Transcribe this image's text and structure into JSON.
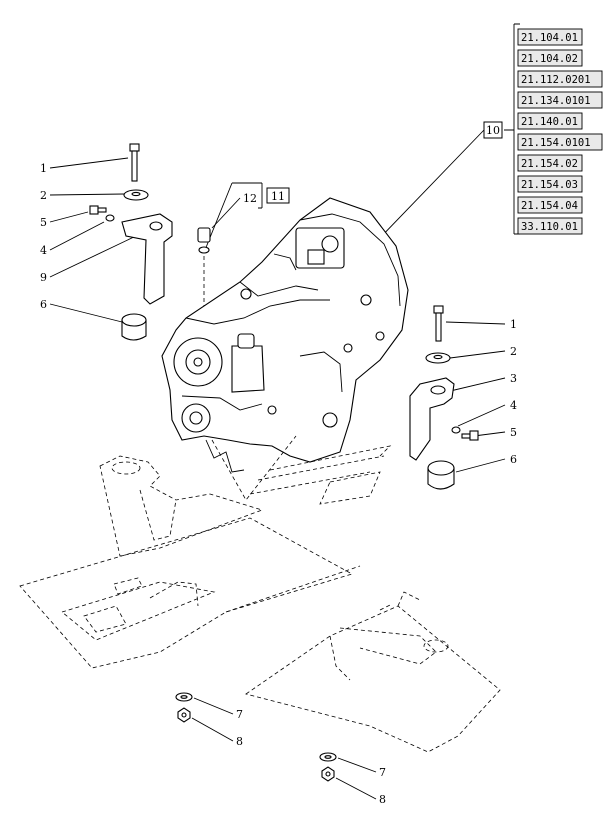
{
  "reference_codes": [
    "21.104.01",
    "21.104.02",
    "21.112.0201",
    "21.134.0101",
    "21.140.01",
    "21.154.0101",
    "21.154.02",
    "21.154.03",
    "21.154.04",
    "33.110.01"
  ],
  "boxed_labels": {
    "group": "10",
    "sub_group": "11"
  },
  "callouts": {
    "left": [
      "1",
      "2",
      "5",
      "4",
      "9",
      "6"
    ],
    "top": "12",
    "right": [
      "1",
      "2",
      "3",
      "4",
      "5",
      "6"
    ],
    "bottom_left": [
      "7",
      "8"
    ],
    "bottom_right": [
      "7",
      "8"
    ]
  },
  "colors": {
    "line": "#000000",
    "background": "#ffffff",
    "ref_fill": "#e9e9e9"
  }
}
